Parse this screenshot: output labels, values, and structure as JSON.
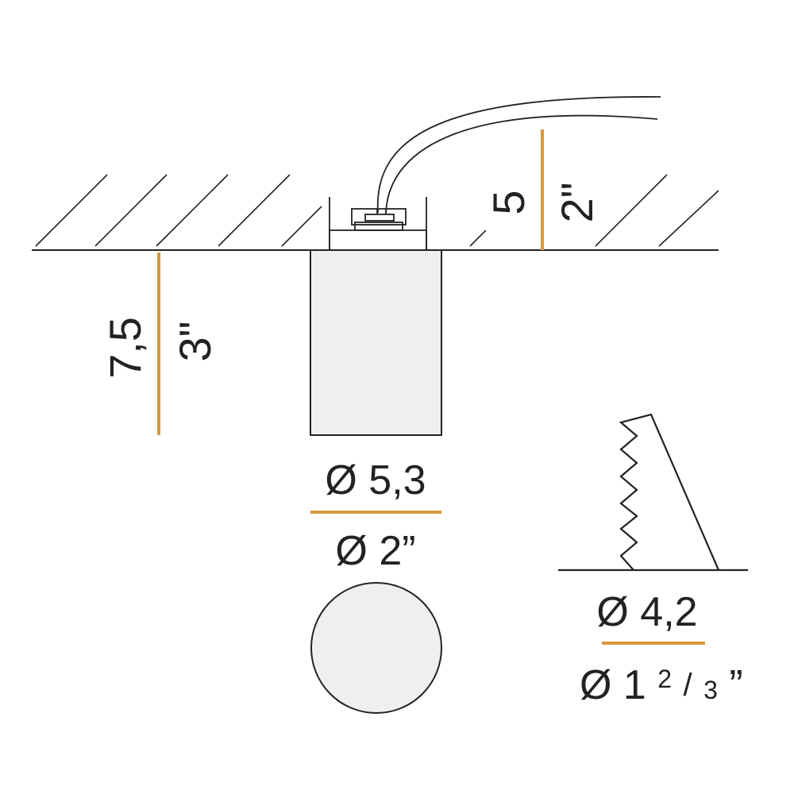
{
  "colors": {
    "line": "#222222",
    "dimension_accent": "#d89a3c",
    "housing_fill": "#efefef",
    "background": "#ffffff"
  },
  "labels": {
    "recess_depth_mm": "5",
    "recess_depth_in": "2\"",
    "height_mm": "7,5",
    "height_in": "3\"",
    "diameter_mm": "Ø 5,3",
    "diameter_in": "Ø 2”",
    "cutout_mm": "Ø 4,2",
    "cutout_in_prefix": "Ø 1",
    "cutout_in_fraction_num": "2",
    "cutout_in_fraction_sep": "/",
    "cutout_in_fraction_den": "3",
    "cutout_in_suffix": "”"
  }
}
